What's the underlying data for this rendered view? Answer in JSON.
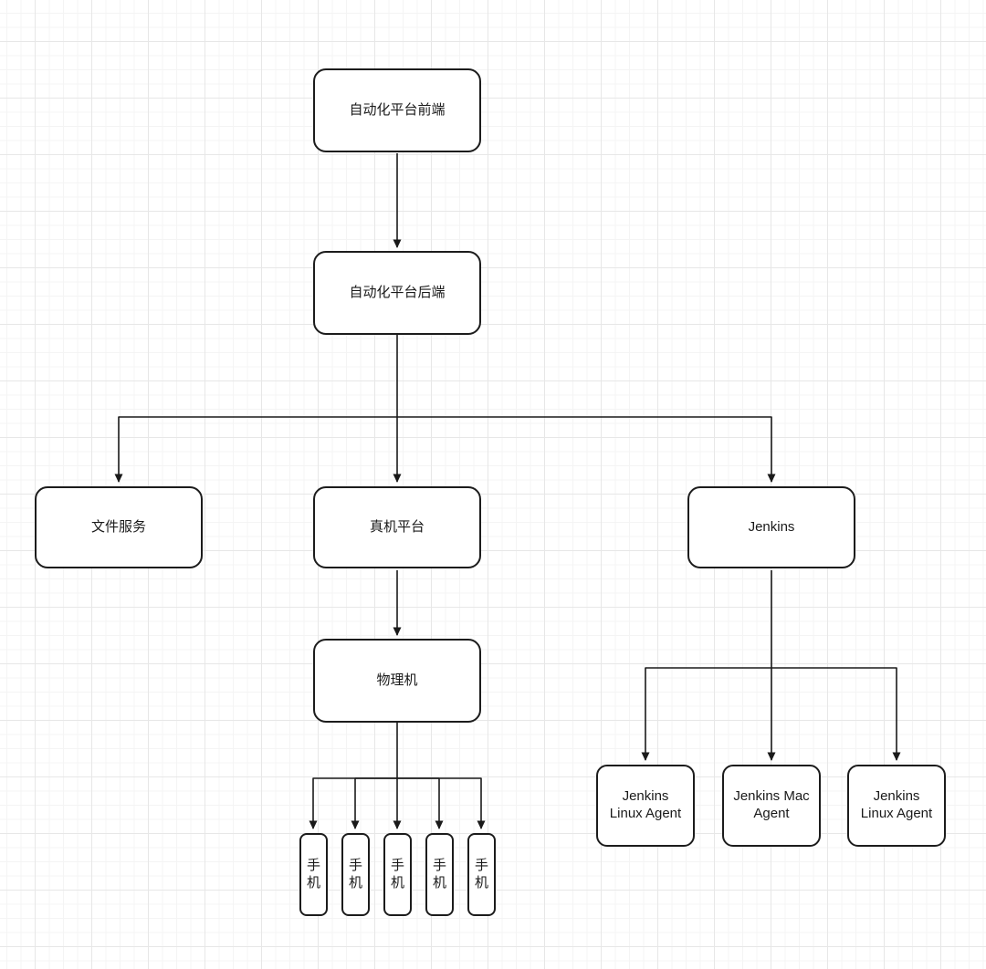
{
  "diagram": {
    "type": "flowchart",
    "nodes": {
      "frontend": {
        "label": "自动化平台前端"
      },
      "backend": {
        "label": "自动化平台后端"
      },
      "file_service": {
        "label": "文件服务"
      },
      "device_platform": {
        "label": "真机平台"
      },
      "jenkins": {
        "label": "Jenkins"
      },
      "physical_machine": {
        "label": "物理机"
      },
      "phone1": {
        "label": "手机"
      },
      "phone2": {
        "label": "手机"
      },
      "phone3": {
        "label": "手机"
      },
      "phone4": {
        "label": "手机"
      },
      "phone5": {
        "label": "手机"
      },
      "agent1": {
        "label": "Jenkins Linux Agent"
      },
      "agent2": {
        "label": "Jenkins Mac Agent"
      },
      "agent3": {
        "label": "Jenkins Linux Agent"
      }
    },
    "edges": [
      {
        "from": "自动化平台前端",
        "to": "自动化平台后端"
      },
      {
        "from": "自动化平台后端",
        "to": "文件服务"
      },
      {
        "from": "自动化平台后端",
        "to": "真机平台"
      },
      {
        "from": "自动化平台后端",
        "to": "Jenkins"
      },
      {
        "from": "真机平台",
        "to": "物理机"
      },
      {
        "from": "物理机",
        "to": "手机 (1)"
      },
      {
        "from": "物理机",
        "to": "手机 (2)"
      },
      {
        "from": "物理机",
        "to": "手机 (3)"
      },
      {
        "from": "物理机",
        "to": "手机 (4)"
      },
      {
        "from": "物理机",
        "to": "手机 (5)"
      },
      {
        "from": "Jenkins",
        "to": "Jenkins Linux Agent (left)"
      },
      {
        "from": "Jenkins",
        "to": "Jenkins Mac Agent"
      },
      {
        "from": "Jenkins",
        "to": "Jenkins Linux Agent (right)"
      }
    ],
    "colors": {
      "node_border": "#1c1c1c",
      "node_fill": "#ffffff",
      "edge": "#1a1a1a",
      "grid_minor": "#f4f4f4",
      "grid_major": "#e7e7e7",
      "canvas": "#ffffff"
    }
  }
}
